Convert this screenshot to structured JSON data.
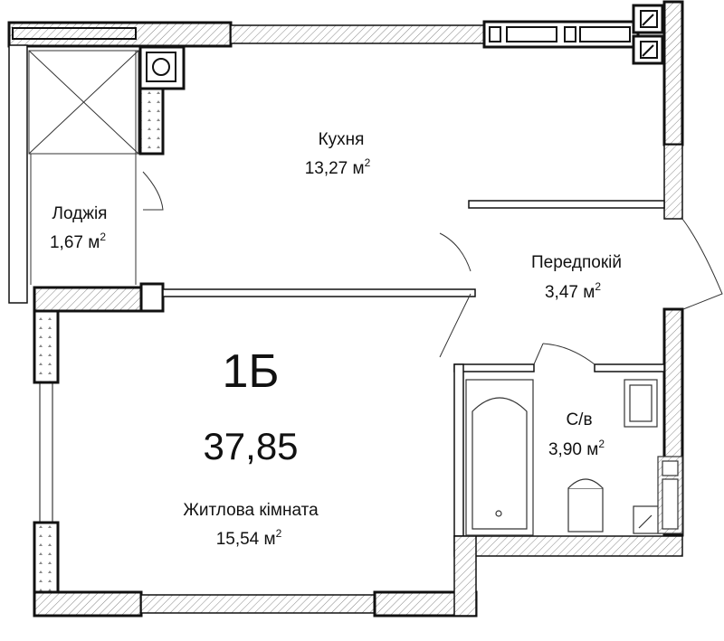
{
  "unit": {
    "code": "1Б",
    "total_area": "37,85"
  },
  "rooms": {
    "kitchen": {
      "name": "Кухня",
      "area": "13,27 м",
      "sup": "2"
    },
    "loggia": {
      "name": "Лоджія",
      "area": "1,67 м",
      "sup": "2"
    },
    "hallway": {
      "name": "Передпокій",
      "area": "3,47 м",
      "sup": "2"
    },
    "bathroom": {
      "name": "С/в",
      "area": "3,90 м",
      "sup": "2"
    },
    "living": {
      "name": "Житлова кімната",
      "area": "15,54 м",
      "sup": "2"
    }
  },
  "colors": {
    "wall_stroke": "#111111",
    "hatch": "#777777",
    "background": "#ffffff"
  }
}
